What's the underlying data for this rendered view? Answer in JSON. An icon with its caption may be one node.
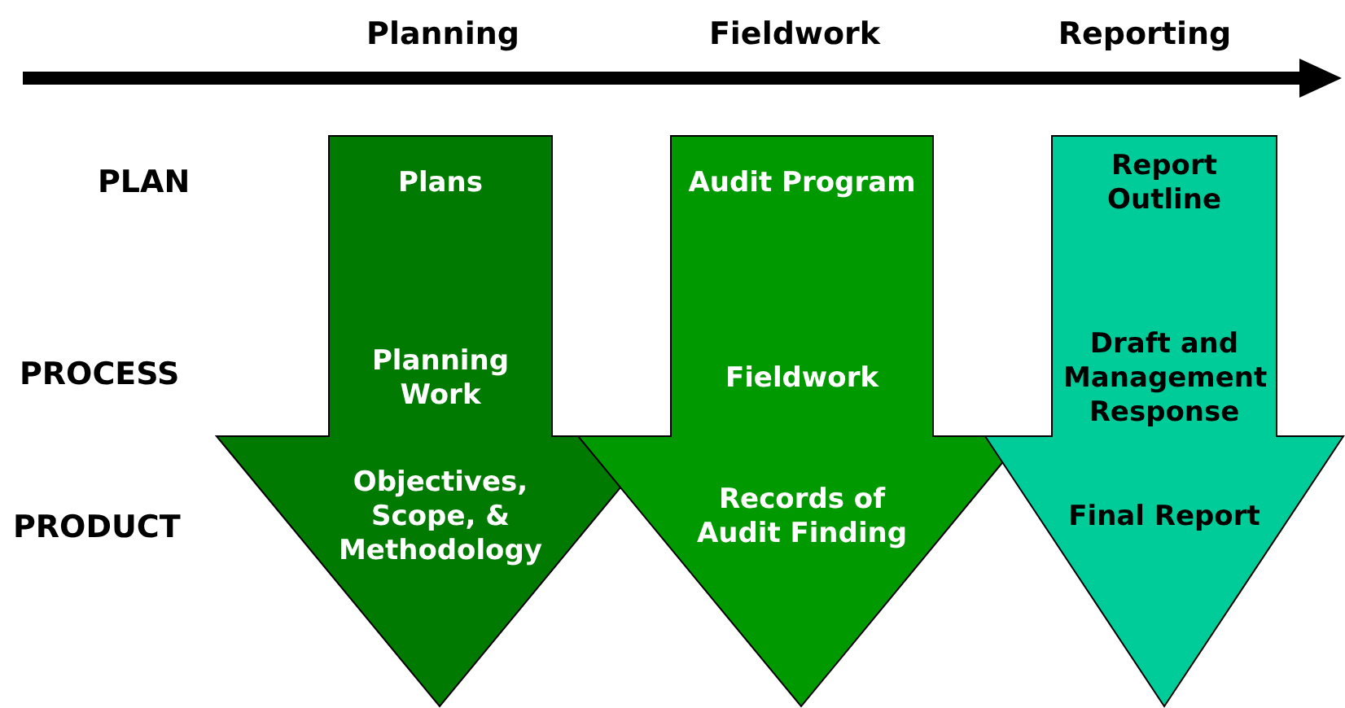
{
  "diagram": {
    "nodes": [
      {
        "text": [
          "Plans",
          "Planning Work",
          "Objectives, Scope, & Methodology"
        ]
      },
      {
        "text": [
          "Audit Program",
          "Fieldwork",
          "Records of Audit Finding"
        ]
      },
      {
        "text": [
          "Report Outline",
          "Draft and Management Response",
          "Final Report"
        ]
      }
    ],
    "labels": [
      "Planning",
      "Fieldwork",
      "Reporting",
      "PLAN",
      "PROCESS",
      "PRODUCT"
    ]
  }
}
